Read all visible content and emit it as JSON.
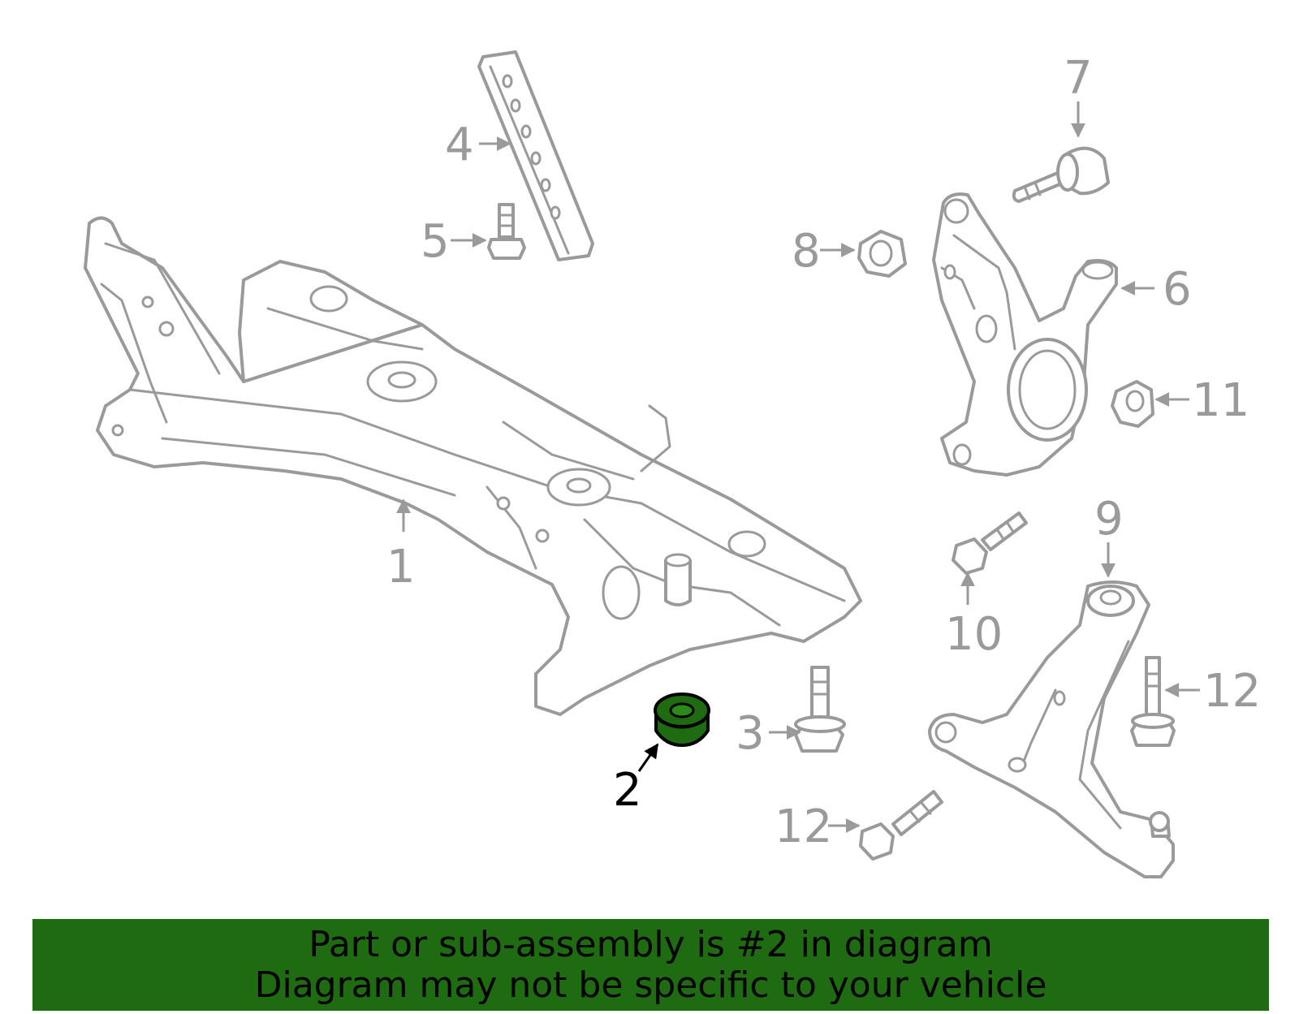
{
  "diagram": {
    "callouts": [
      {
        "id": "1",
        "label": "1"
      },
      {
        "id": "2",
        "label": "2",
        "highlighted": true
      },
      {
        "id": "3",
        "label": "3"
      },
      {
        "id": "4",
        "label": "4"
      },
      {
        "id": "5",
        "label": "5"
      },
      {
        "id": "6",
        "label": "6"
      },
      {
        "id": "7",
        "label": "7"
      },
      {
        "id": "8",
        "label": "8"
      },
      {
        "id": "9",
        "label": "9"
      },
      {
        "id": "10",
        "label": "10"
      },
      {
        "id": "11",
        "label": "11"
      },
      {
        "id": "12a",
        "label": "12"
      },
      {
        "id": "12b",
        "label": "12"
      }
    ],
    "colors": {
      "highlight": "#1e6b12",
      "line_art": "#9a9a9a",
      "banner": "#1e6b12"
    }
  },
  "banner": {
    "line1": "Part or sub-assembly is #2 in diagram",
    "line2": "Diagram may not be specific to your vehicle"
  }
}
